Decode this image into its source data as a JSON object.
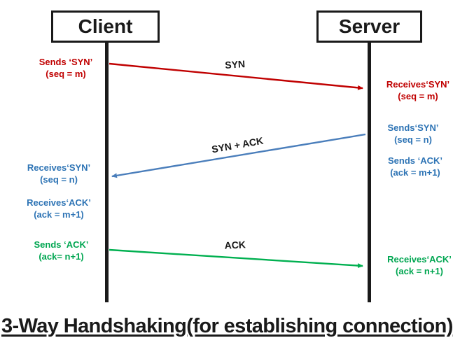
{
  "diagram": {
    "title": "3-Way Handshaking(for establishing connection)",
    "actors": {
      "client": {
        "label": "Client"
      },
      "server": {
        "label": "Server"
      }
    },
    "messages": {
      "syn": {
        "label": "SYN",
        "from": "client",
        "to": "server",
        "color": "#c00000"
      },
      "syn_ack": {
        "label": "SYN + ACK",
        "from": "server",
        "to": "client",
        "color": "#4a7ebb"
      },
      "ack": {
        "label": "ACK",
        "from": "client",
        "to": "server",
        "color": "#00b050"
      }
    },
    "annotations": {
      "client_sends_syn": {
        "line1": "Sends ‘SYN’",
        "line2": "(seq = m)",
        "color": "#c00000"
      },
      "server_receives_syn": {
        "line1": "Receives‘SYN’",
        "line2": "(seq = m)",
        "color": "#c00000"
      },
      "server_sends_syn": {
        "line1": "Sends‘SYN’",
        "line2": "(seq = n)",
        "color": "#2e74b5"
      },
      "server_sends_ack": {
        "line1": "Sends ‘ACK’",
        "line2": "(ack = m+1)",
        "color": "#2e74b5"
      },
      "client_receives_syn": {
        "line1": "Receives‘SYN’",
        "line2": "(seq = n)",
        "color": "#2e74b5"
      },
      "client_receives_ack": {
        "line1": "Receives‘ACK’",
        "line2": "(ack = m+1)",
        "color": "#2e74b5"
      },
      "client_sends_ack": {
        "line1": "Sends ‘ACK’",
        "line2": "(ack= n+1)",
        "color": "#00a651"
      },
      "server_receives_ack": {
        "line1": "Receives‘ACK’",
        "line2": "(ack = n+1)",
        "color": "#00a651"
      }
    },
    "colors": {
      "red_arrow": "#c00000",
      "blue_arrow": "#4a7ebb",
      "green_arrow": "#00b050",
      "blue_text": "#2e74b5",
      "green_text": "#00a651",
      "black": "#1a1a1a"
    }
  }
}
